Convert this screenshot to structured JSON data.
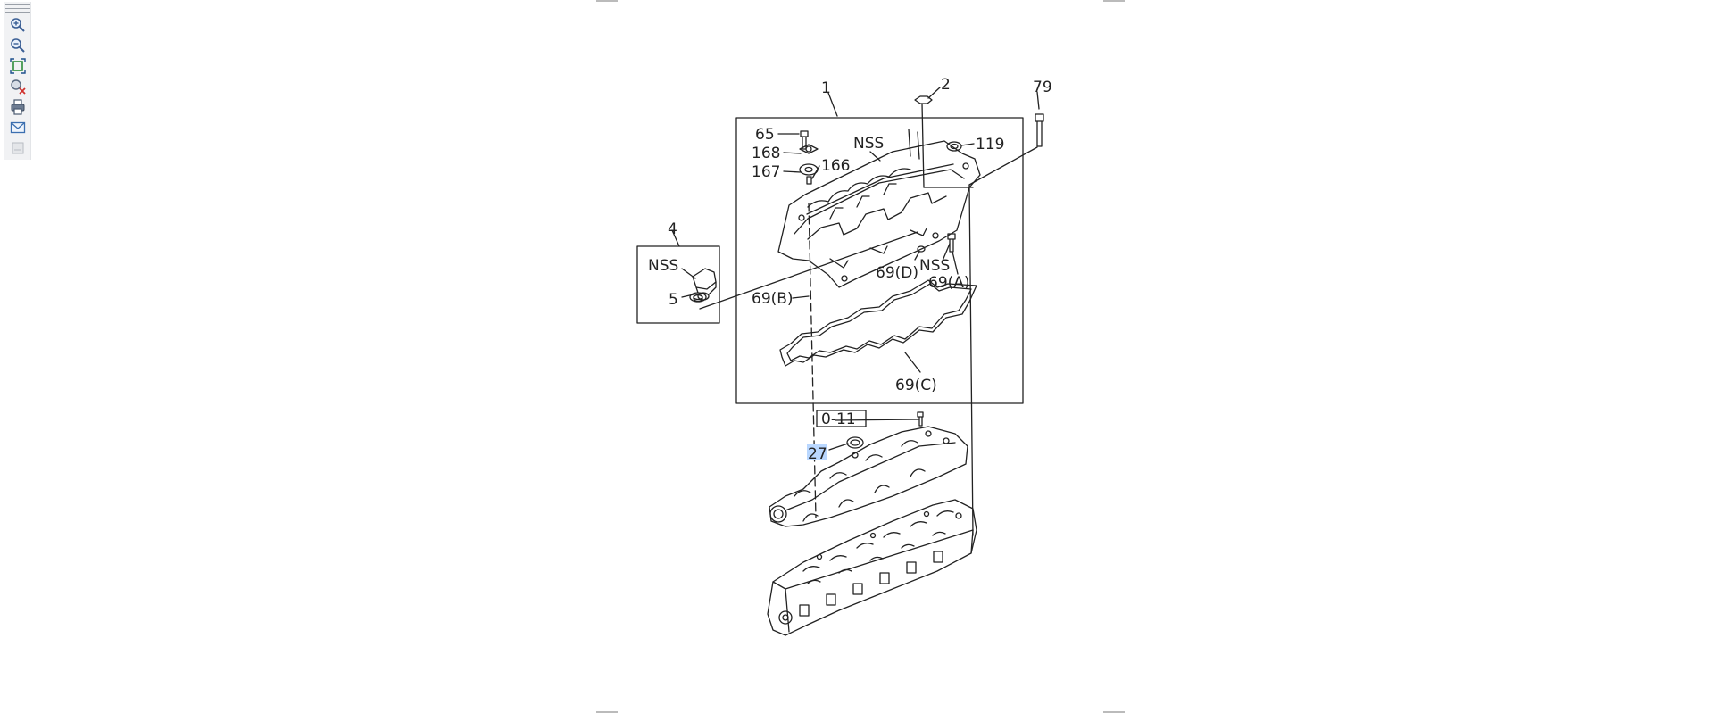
{
  "toolbar": {
    "buttons": [
      {
        "name": "zoom-in-icon"
      },
      {
        "name": "zoom-out-icon"
      },
      {
        "name": "fit-window-icon"
      },
      {
        "name": "reset-zoom-icon"
      },
      {
        "name": "print-icon"
      },
      {
        "name": "email-icon"
      },
      {
        "name": "disabled-panel-icon"
      }
    ]
  },
  "diagram": {
    "labels": {
      "l1": "1",
      "l2": "2",
      "l79": "79",
      "l65": "65",
      "l168": "168",
      "l167": "167",
      "l166": "166",
      "lnss1": "NSS",
      "l119": "119",
      "l4": "4",
      "lnss2": "NSS",
      "l5": "5",
      "l69d": "69(D)",
      "lnss3": "NSS",
      "l69a": "69(A)",
      "l69b": "69(B)",
      "l69c": "69(C)",
      "l011": "0-11",
      "l27": "27"
    },
    "highlight_color": "#b9d7ff",
    "line_color": "#222222"
  }
}
